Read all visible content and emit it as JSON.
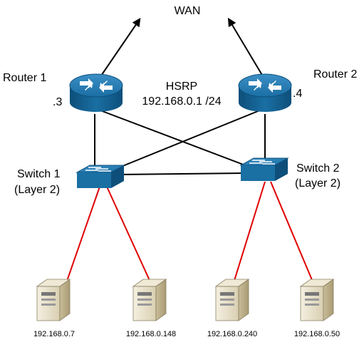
{
  "wan_label": "WAN",
  "hsrp": {
    "protocol": "HSRP",
    "virtual_ip": "192.168.0.1 /24"
  },
  "router1": {
    "name": "Router 1",
    "suffix": ".3"
  },
  "router2": {
    "name": "Router 2",
    "suffix": ".4"
  },
  "switch1": {
    "name": "Switch 1",
    "layer": "(Layer 2)"
  },
  "switch2": {
    "name": "Switch 2",
    "layer": "(Layer 2)"
  },
  "servers": [
    {
      "ip": "192.168.0.7"
    },
    {
      "ip": "192.168.0.148"
    },
    {
      "ip": "192.168.0.240"
    },
    {
      "ip": "192.168.0.50"
    }
  ],
  "colors": {
    "device_blue": "#1a6fa3",
    "device_blue_dark": "#0d4f7a",
    "trunk_line": "#000000",
    "access_line": "#e00000",
    "server_body": "#e9e2cc"
  },
  "icons": {
    "router": "router-icon",
    "switch": "switch-icon",
    "server": "server-tower-icon",
    "wan_arrow": "arrow-up-icon"
  }
}
